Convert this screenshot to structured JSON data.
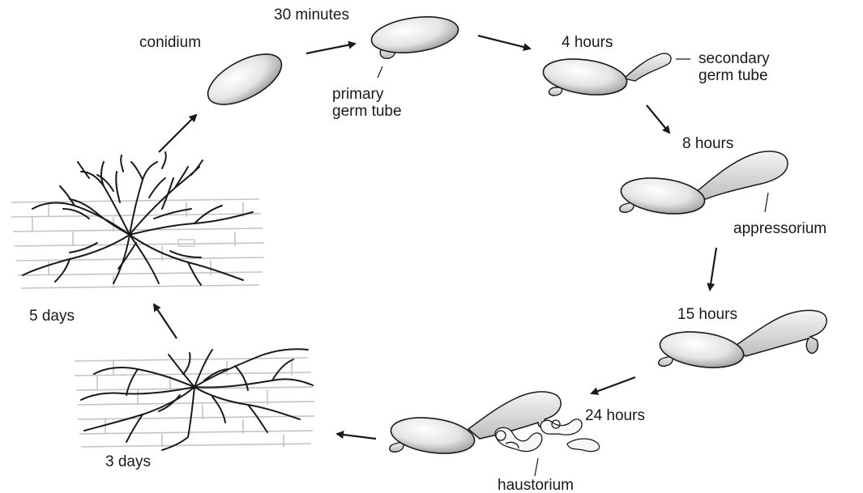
{
  "labels": {
    "conidium": "conidium",
    "thirty_minutes": "30 minutes",
    "primary_germ_tube": [
      "primary",
      "germ tube"
    ],
    "four_hours": "4 hours",
    "secondary_germ_tube": [
      "secondary",
      "germ tube"
    ],
    "eight_hours": "8 hours",
    "appressorium": "appressorium",
    "fifteen_hours": "15 hours",
    "twentyfour_hours": "24 hours",
    "haustorium": "haustorium",
    "three_days": "3 days",
    "five_days": "5 days"
  },
  "colors": {
    "stroke": "#1a1a1a",
    "spore_fill": "#e6e6e6",
    "spore_shade": "#9a9a9a",
    "cell_line": "#c4c4c4"
  }
}
